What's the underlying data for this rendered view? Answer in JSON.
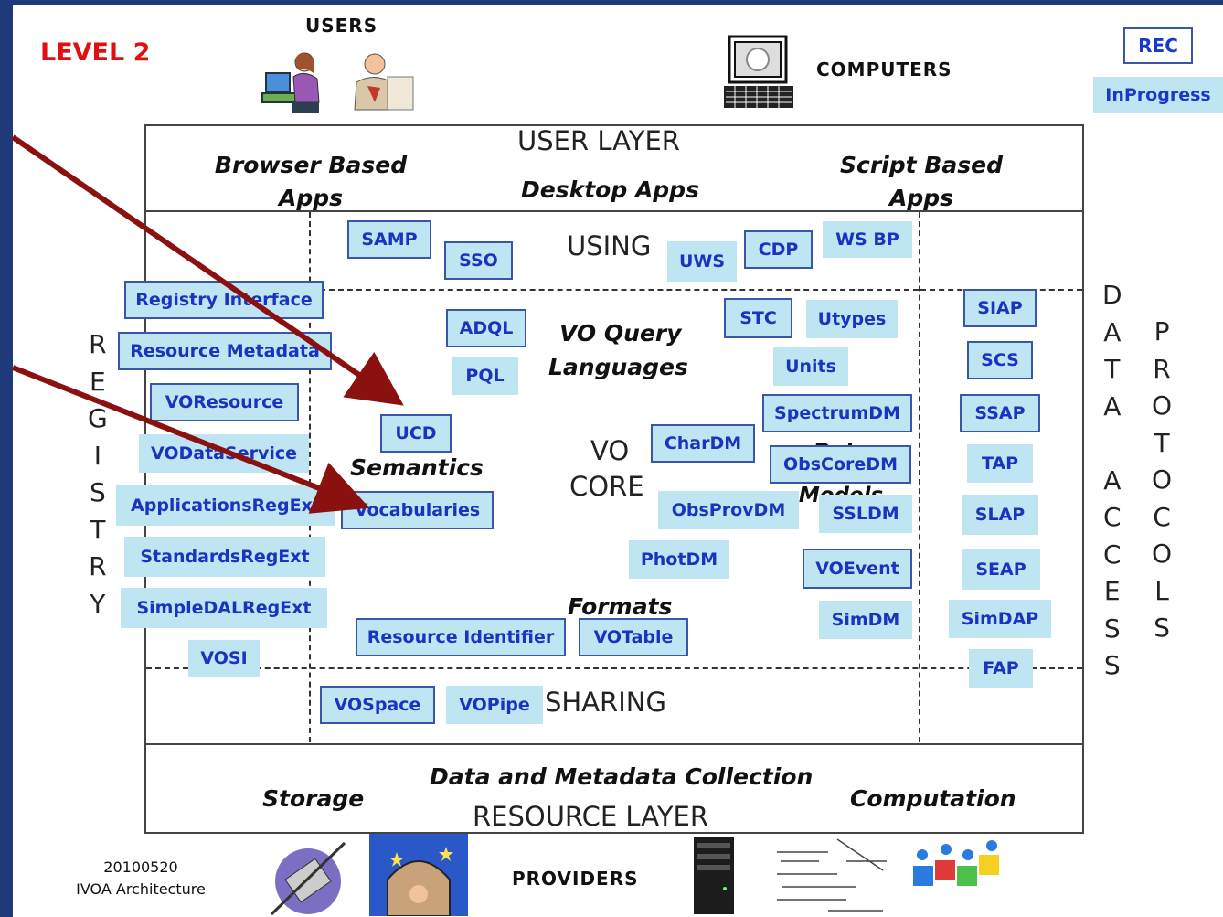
{
  "level": "LEVEL 2",
  "users_label": "USERS",
  "computers_label": "COMPUTERS",
  "providers_label": "PROVIDERS",
  "legend": {
    "rec": "REC",
    "in_progress": "InProgress"
  },
  "user_layer": {
    "title": "USER LAYER",
    "browser": "Browser Based Apps",
    "desktop": "Desktop Apps",
    "script": "Script Based Apps"
  },
  "resource_layer": {
    "title": "RESOURCE LAYER",
    "collection": "Data and Metadata Collection",
    "storage": "Storage",
    "computation": "Computation"
  },
  "using": "USING",
  "sharing": "SHARING",
  "vo_core": {
    "line1": "VO",
    "line2": "CORE"
  },
  "query_languages": {
    "line1": "VO Query",
    "line2": "Languages"
  },
  "semantics": "Semantics",
  "data_models": "Data Models",
  "formats": "Formats",
  "registry_letters": [
    "R",
    "E",
    "G",
    "I",
    "S",
    "T",
    "R",
    "Y"
  ],
  "data_access_letters": [
    "D",
    "A",
    "T",
    "A",
    "",
    "A",
    "C",
    "C",
    "E",
    "S",
    "S"
  ],
  "protocols_letters": [
    "P",
    "R",
    "O",
    "T",
    "O",
    "C",
    "O",
    "L",
    "S"
  ],
  "boxes": {
    "samp": "SAMP",
    "sso": "SSO",
    "uws": "UWS",
    "cdp": "CDP",
    "wsbp": "WS BP",
    "registry_interface": "Registry Interface",
    "resource_metadata": "Resource Metadata",
    "voresource": "VOResource",
    "vodataservice": "VODataService",
    "applicationsregext": "ApplicationsRegExt",
    "standardsregext": "StandardsRegExt",
    "simpledalregext": "SimpleDALRegExt",
    "vosi": "VOSI",
    "adql": "ADQL",
    "pql": "PQL",
    "ucd": "UCD",
    "vocabularies": "Vocabularies",
    "stc": "STC",
    "utypes": "Utypes",
    "units": "Units",
    "spectrumdm": "SpectrumDM",
    "chardm": "CharDM",
    "obscoredm": "ObsCoreDM",
    "obsprovdm": "ObsProvDM",
    "ssldm": "SSLDM",
    "photdm": "PhotDM",
    "voevent": "VOEvent",
    "simdm": "SimDM",
    "resource_identifier": "Resource Identifier",
    "votable": "VOTable",
    "vospace": "VOSpace",
    "vopipe": "VOPipe",
    "siap": "SIAP",
    "scs": "SCS",
    "ssap": "SSAP",
    "tap": "TAP",
    "slap": "SLAP",
    "seap": "SEAP",
    "simdap": "SimDAP",
    "fap": "FAP"
  },
  "footer": {
    "date": "20100520",
    "caption": "IVOA Architecture"
  },
  "colors": {
    "box_fill": "#bfe4f2",
    "box_text": "#1a34c0",
    "level": "#e01010",
    "arrow": "#8b1010",
    "strip": "#1f3a78"
  }
}
